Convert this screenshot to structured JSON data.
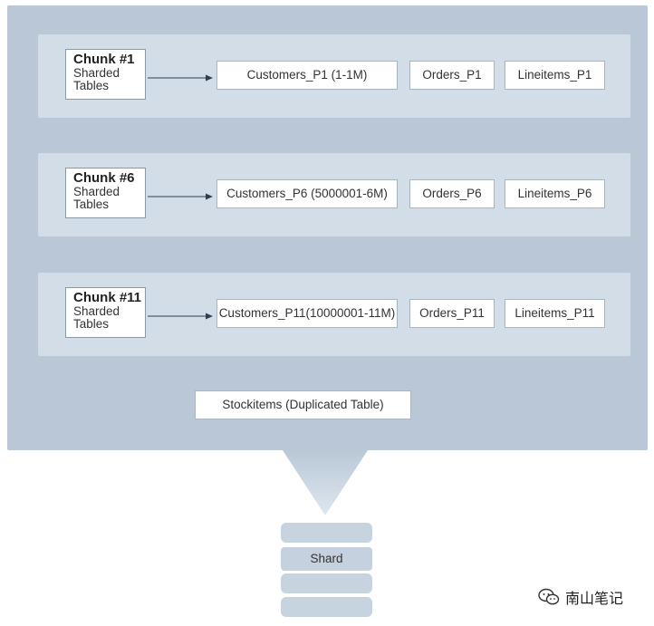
{
  "chunks": [
    {
      "title": "Chunk #1",
      "subtitle_line1": "Sharded",
      "subtitle_line2": "Tables",
      "tables": [
        "Customers_P1 (1-1M)",
        "Orders_P1",
        "Lineitems_P1"
      ]
    },
    {
      "title": "Chunk #6",
      "subtitle_line1": "Sharded",
      "subtitle_line2": "Tables",
      "tables": [
        "Customers_P6 (5000001-6M)",
        "Orders_P6",
        "Lineitems_P6"
      ]
    },
    {
      "title": "Chunk #11",
      "subtitle_line1": "Sharded",
      "subtitle_line2": "Tables",
      "tables": [
        "Customers_P11(10000001-11M)",
        "Orders_P11",
        "Lineitems_P11"
      ]
    }
  ],
  "duplicated_table": "Stockitems (Duplicated Table)",
  "shard_label": "Shard",
  "watermark": "南山笔记",
  "colors": {
    "outer_panel": "#b9c7d6",
    "band": "#d3dde8",
    "box_border": "#a8b5c3",
    "arrow": "#2f3f52"
  }
}
